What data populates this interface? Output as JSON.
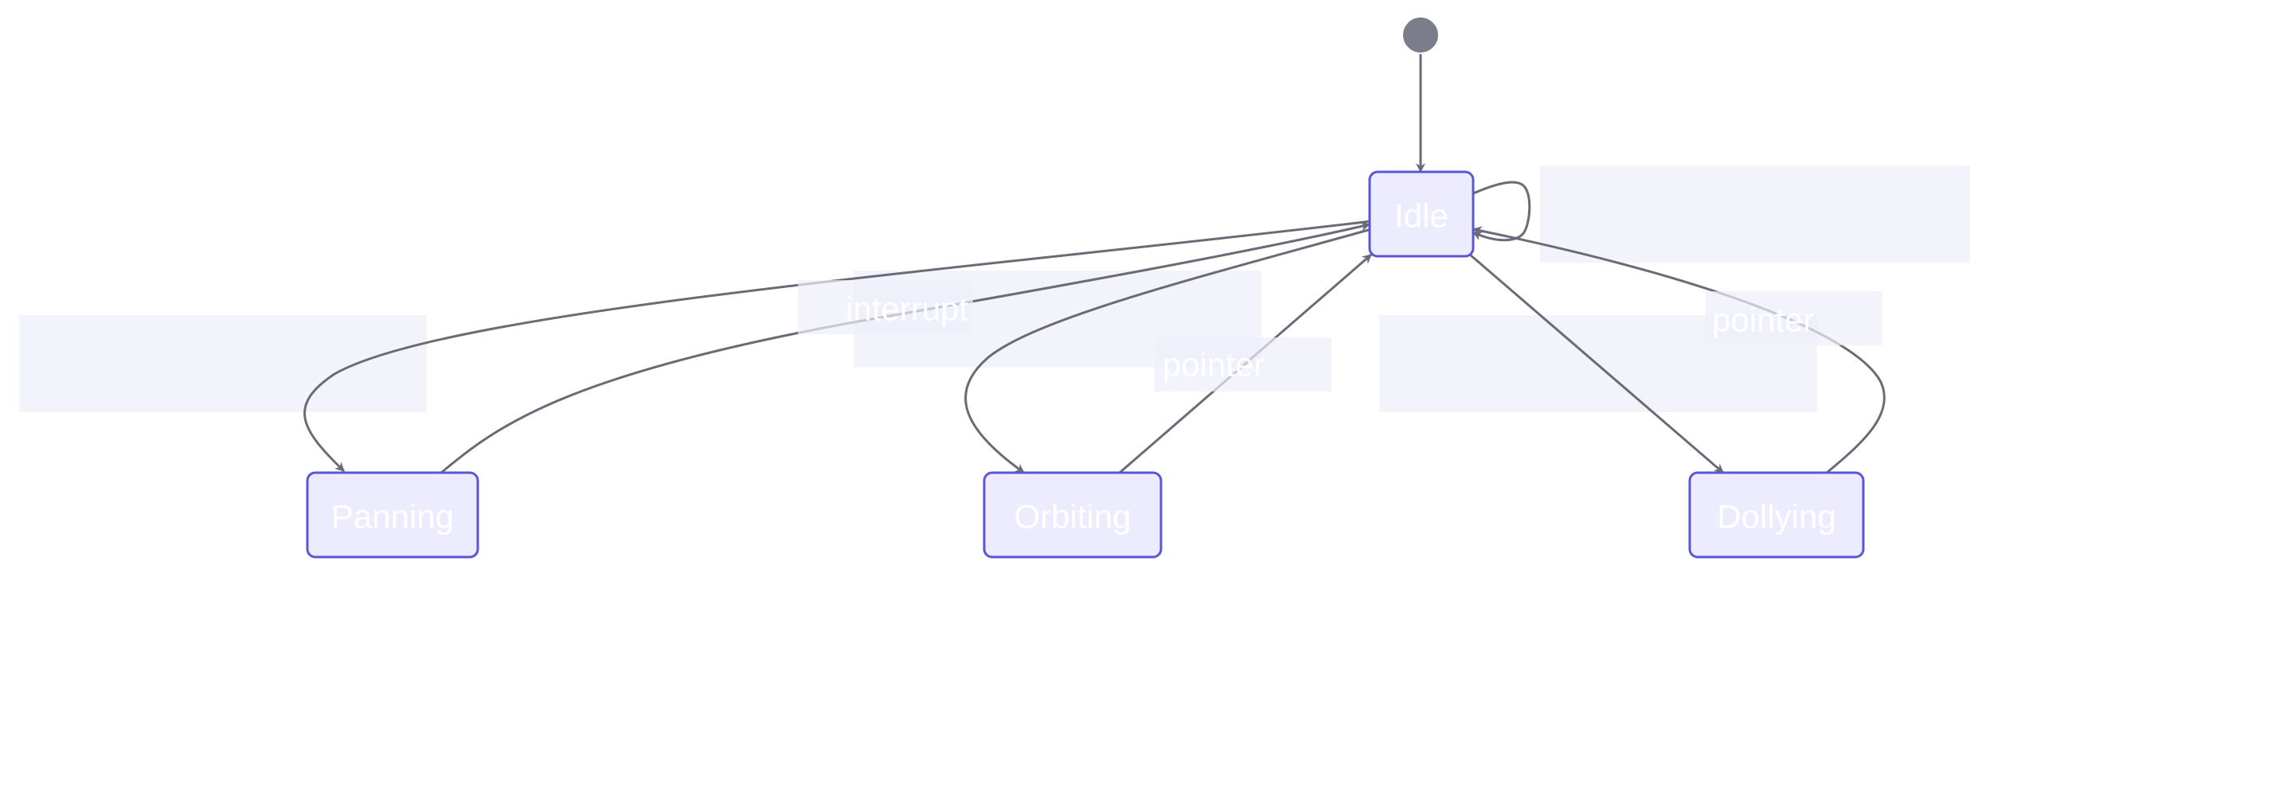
{
  "states": {
    "idle": "Idle",
    "panning": "Panning",
    "orbiting": "Orbiting",
    "dollying": "Dollying"
  },
  "edge_labels": {
    "interrupt": "interrupt",
    "pointer_orbit": "pointer",
    "pointer_dolly": "pointer"
  },
  "colors": {
    "state_fill": "#ececfe",
    "state_stroke": "#5b56d8",
    "edge": "#6b6b78",
    "start": "#7b7d8a"
  }
}
